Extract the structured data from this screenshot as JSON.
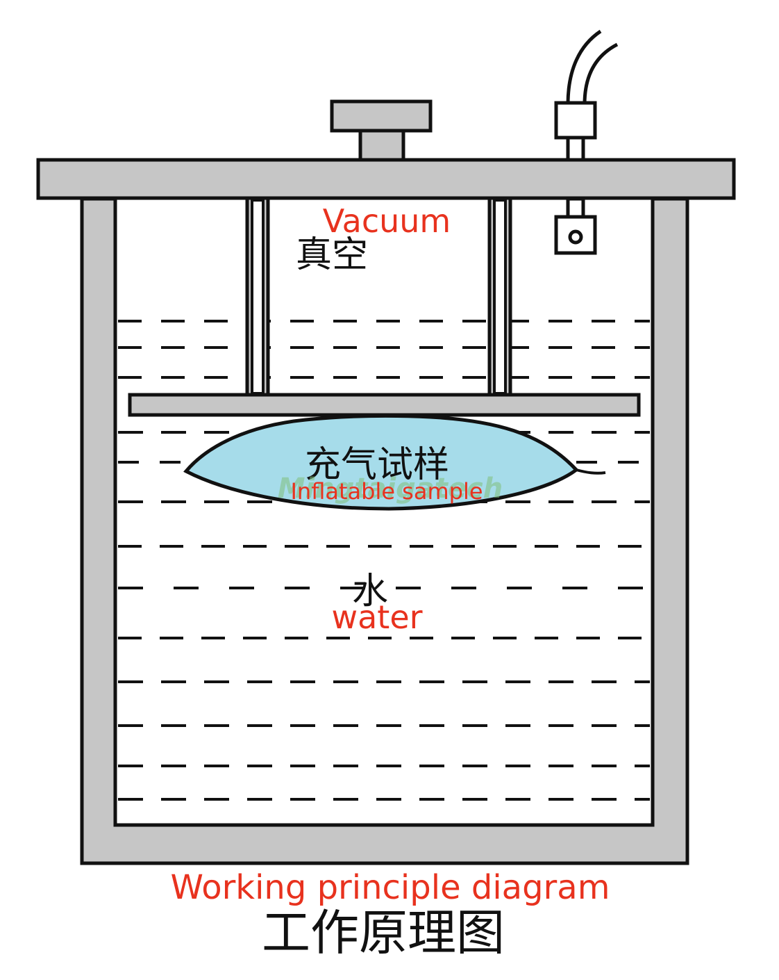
{
  "labels": {
    "vacuum_en": "Vacuum",
    "vacuum_cn": "真空",
    "sample_cn": "充气试样",
    "sample_en": "Inflatable sample",
    "water_cn": "水",
    "water_en": "water",
    "title_en": "Working principle diagram",
    "title_cn": "工作原理图"
  },
  "watermark": "Mingtaigatech",
  "colors": {
    "label_red": "#e8321e",
    "wall_gray": "#c6c6c6",
    "sample_blue": "#a6dcea",
    "outline": "#111111",
    "background": "#ffffff"
  },
  "components": [
    "outer-tank",
    "lid",
    "vacuum-valve-knob",
    "pressure-sensor",
    "sensor-cable",
    "support-rods",
    "press-plate",
    "inflatable-sample",
    "water-level-lines"
  ]
}
